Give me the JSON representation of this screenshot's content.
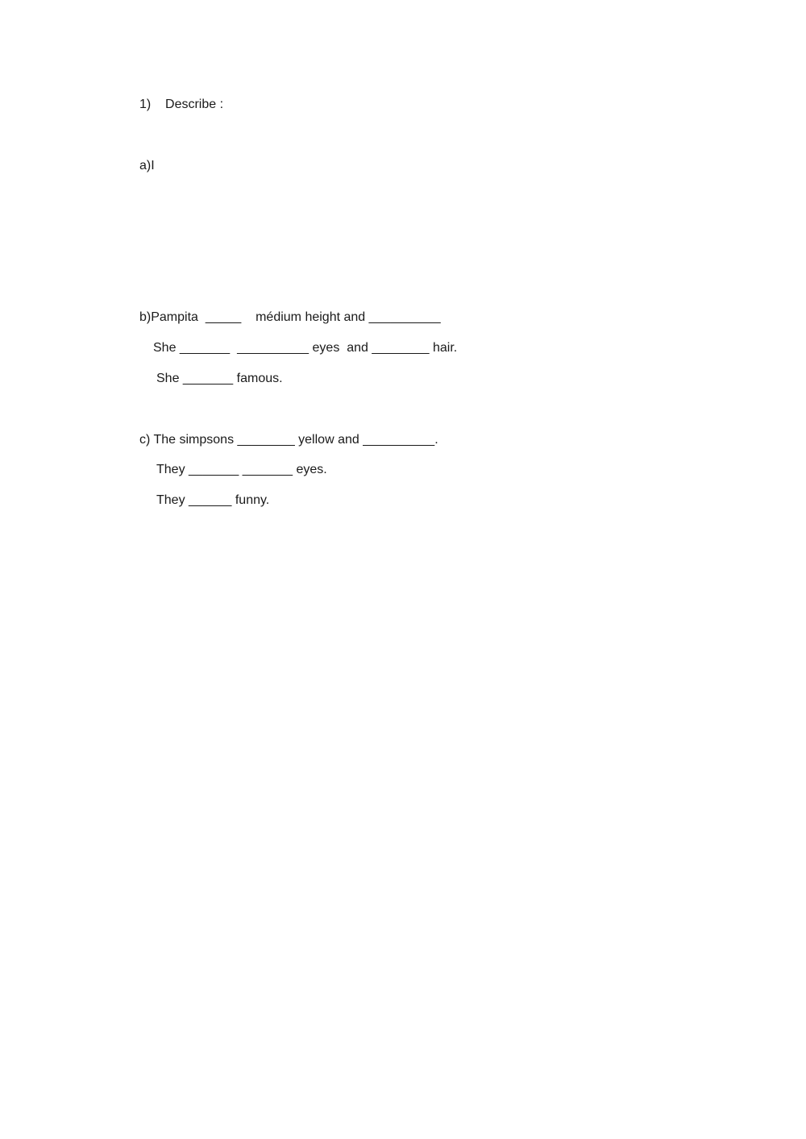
{
  "worksheet": {
    "heading": "1)    Describe :",
    "section_a": {
      "label": "a)I"
    },
    "section_b": {
      "line1": "b)Pampita  _____    médium height and __________",
      "line2": "She _______  __________ eyes  and ________ hair.",
      "line3": "She _______ famous."
    },
    "section_c": {
      "line1": "c) The simpsons ________ yellow and __________.",
      "line2": "They _______ _______ eyes.",
      "line3": "They ______ funny."
    }
  }
}
